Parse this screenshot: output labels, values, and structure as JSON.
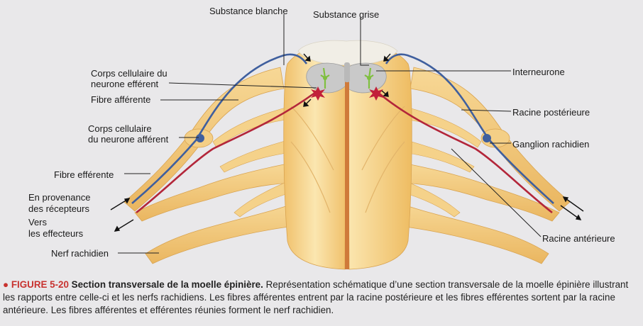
{
  "labels": {
    "substance_blanche": "Substance blanche",
    "substance_grise": "Substance grise",
    "corps_cellulaire_neurone_efferent_1": "Corps cellulaire du",
    "corps_cellulaire_neurone_efferent_2": "neurone efférent",
    "fibre_afferente": "Fibre afférente",
    "corps_cellulaire_neurone_afferent_1": "Corps cellulaire",
    "corps_cellulaire_neurone_afferent_2": "du neurone afférent",
    "fibre_efferente": "Fibre efférente",
    "en_provenance_1": "En provenance",
    "en_provenance_2": "des récepteurs",
    "vers_effecteurs_1": "Vers",
    "vers_effecteurs_2": "les effecteurs",
    "nerf_rachidien": "Nerf rachidien",
    "interneurone": "Interneurone",
    "racine_posterieure": "Racine postérieure",
    "ganglion_rachidien": "Ganglion rachidien",
    "racine_anterieure": "Racine antérieure"
  },
  "caption": {
    "figure_number": "FIGURE 5-20",
    "title": "Section transversale de la moelle épinière.",
    "text": "Représentation schématique d’une section transversale de la moelle épinière illustrant les rapports entre celle-ci et les nerfs rachidiens. Les fibres afférentes entrent par la racine postérieure et les fibres efférentes sortent par la racine antérieure. Les fibres afférentes et efférentes réunies forment le nerf rachidien."
  },
  "colors": {
    "afferent_fiber": "#3f5f9e",
    "efferent_fiber": "#b3263a",
    "interneuron": "#7fbf3f",
    "efferent_cell_body": "#c2203a",
    "caption_accent": "#c8322f",
    "nerve_tissue": "#f2c878",
    "grey_matter": "#c8c8c8"
  }
}
